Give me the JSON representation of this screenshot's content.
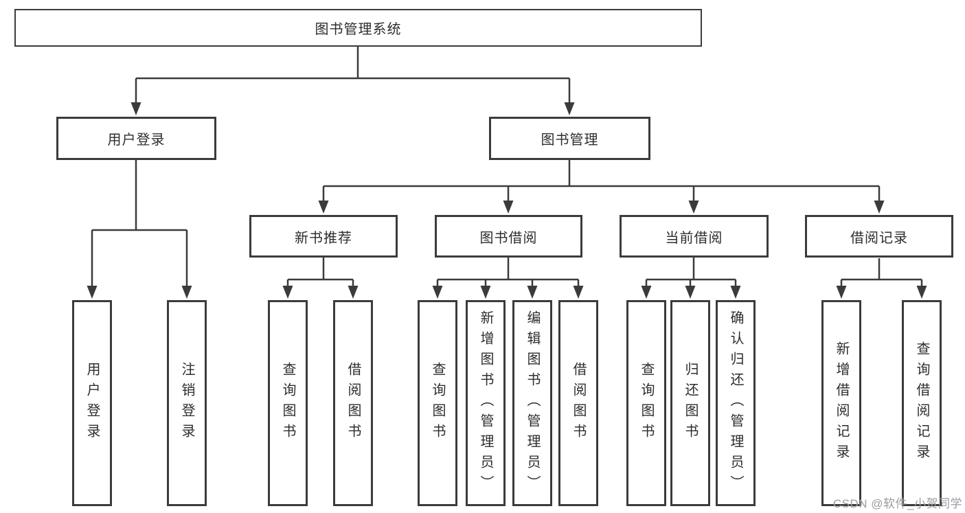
{
  "diagram": {
    "root": {
      "label": "图书管理系统"
    },
    "branches": [
      {
        "label": "用户登录",
        "children": [
          {
            "label": "用户登录"
          },
          {
            "label": "注销登录"
          }
        ]
      },
      {
        "label": "图书管理",
        "children": [
          {
            "label": "新书推荐",
            "children": [
              {
                "label": "查询图书"
              },
              {
                "label": "借阅图书"
              }
            ]
          },
          {
            "label": "图书借阅",
            "children": [
              {
                "label": "查询图书"
              },
              {
                "label": "新增图书（管理员）"
              },
              {
                "label": "编辑图书（管理员）"
              },
              {
                "label": "借阅图书"
              }
            ]
          },
          {
            "label": "当前借阅",
            "children": [
              {
                "label": "查询图书"
              },
              {
                "label": "归还图书"
              },
              {
                "label": "确认归还（管理员）"
              }
            ]
          },
          {
            "label": "借阅记录",
            "children": [
              {
                "label": "新增借阅记录"
              },
              {
                "label": "查询借阅记录"
              }
            ]
          }
        ]
      }
    ]
  },
  "watermark": {
    "text": "CSDN @软件_小贺同学"
  },
  "colors": {
    "line": "#3b3b3b",
    "box_border": "#3b3b3b",
    "text": "#2d2d2d",
    "watermark": "#9b9ba1",
    "background": "#ffffff"
  }
}
